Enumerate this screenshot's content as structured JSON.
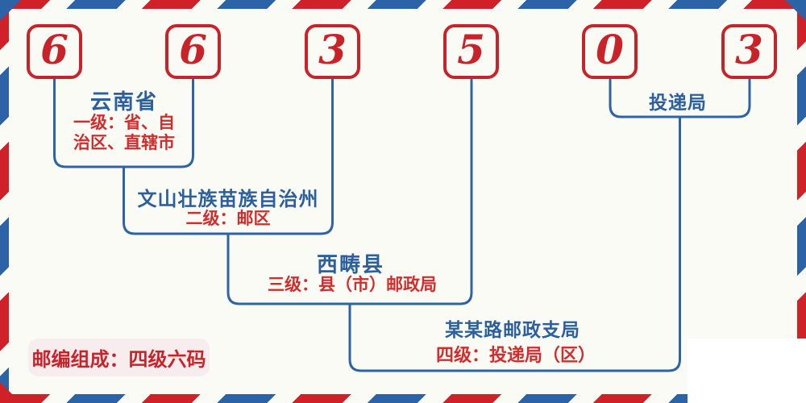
{
  "postal_code": {
    "digits": [
      "6",
      "6",
      "3",
      "5",
      "0",
      "3"
    ]
  },
  "levels": [
    {
      "name": "云南省",
      "label": "一级：省、自治区、直辖市",
      "label_lines": [
        "一级：省、自",
        "治区、直辖市"
      ]
    },
    {
      "name": "文山壮族苗族自治州",
      "label": "二级：邮区"
    },
    {
      "name": "西畴县",
      "label": "三级：县（市）邮政局"
    },
    {
      "name": "某某路邮政支局",
      "label": "四级：投递局（区）"
    }
  ],
  "annotations": {
    "delivery_office": "投递局"
  },
  "badge": {
    "text": "邮编组成：四级六码"
  },
  "colors": {
    "digit_red": "#c9232a",
    "label_red": "#d22c2c",
    "label_blue": "#2b5f9d",
    "line_blue": "#2e64a5",
    "stripe_red": "#cf2127",
    "stripe_blue": "#2b63a6",
    "badge_background": "#f8edee",
    "page_background": "#fbfbf5"
  }
}
